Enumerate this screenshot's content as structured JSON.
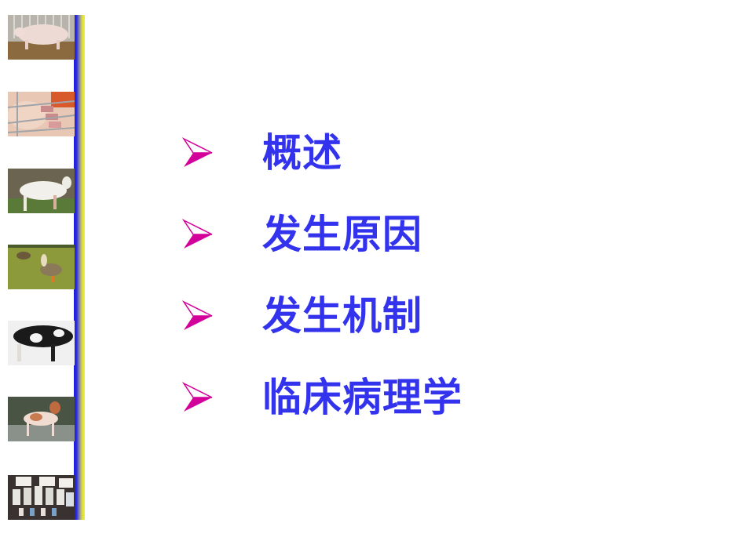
{
  "slide": {
    "background": "#ffffff",
    "accent_text_color": "#3333ee",
    "bullet_color": "#d4009a",
    "bullet_icon": "arrow-bullet-icon",
    "items": [
      {
        "label": "概述"
      },
      {
        "label": "发生原因"
      },
      {
        "label": "发生机制"
      },
      {
        "label": "临床病理学"
      }
    ]
  },
  "sidebar": {
    "stripe_colors": [
      "#1c1cdc",
      "#f4f416"
    ],
    "images": [
      {
        "subject": "pig"
      },
      {
        "subject": "piglets-nursing"
      },
      {
        "subject": "goat"
      },
      {
        "subject": "geese"
      },
      {
        "subject": "holstein-cow"
      },
      {
        "subject": "dog"
      },
      {
        "subject": "medicine-bottles"
      }
    ]
  }
}
